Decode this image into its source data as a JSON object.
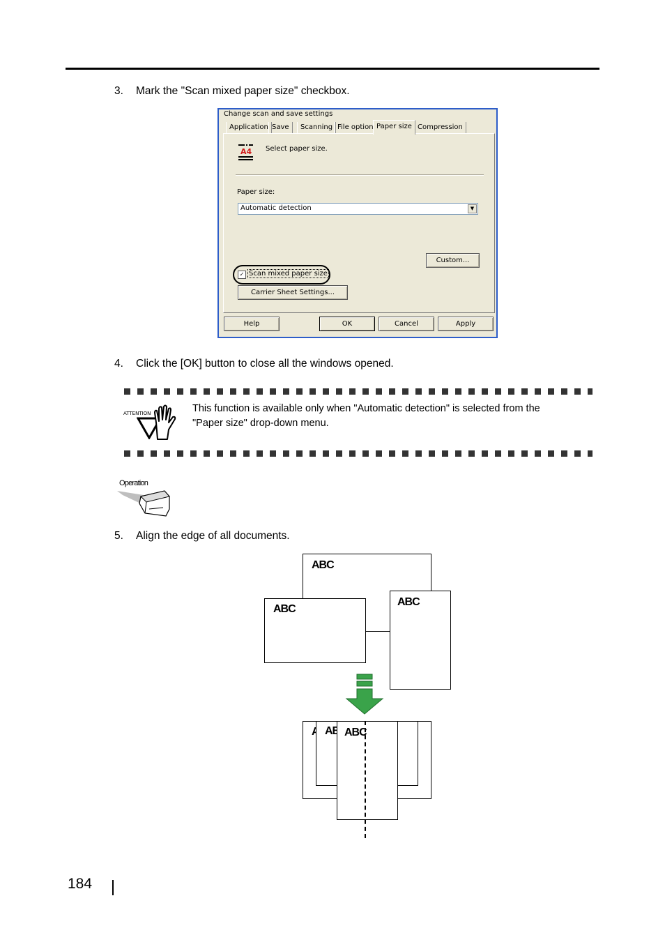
{
  "steps": {
    "step3": {
      "num": "3.",
      "text": "Mark the \"Scan mixed paper size\" checkbox."
    },
    "step4": {
      "num": "4.",
      "text": "Click the [OK] button to close all the windows opened."
    },
    "step5": {
      "num": "5.",
      "text": "Align the edge of all documents."
    }
  },
  "dialog": {
    "title": "Change scan and save settings",
    "tabs": [
      "Application",
      "Save",
      "Scanning",
      "File option",
      "Paper size",
      "Compression"
    ],
    "active_tab": "Paper size",
    "icon_name": "a4-paper-icon",
    "icon_text": "A4",
    "instruction": "Select paper size.",
    "paper_size_label": "Paper size:",
    "paper_size_value": "Automatic detection",
    "custom_button": "Custom...",
    "checkbox_label": "Scan mixed paper size",
    "checkbox_checked": true,
    "carrier_button": "Carrier Sheet Settings...",
    "buttons": {
      "help": "Help",
      "ok": "OK",
      "cancel": "Cancel",
      "apply": "Apply"
    },
    "accent_color": "#2D5DC9",
    "face_color": "#ECE9D8"
  },
  "attention": {
    "badge": "ATTENTION",
    "icon_name": "attention-hand-icon",
    "line1": "This function is available only when \"Automatic detection\" is selected from the",
    "line2": "\"Paper size\" drop-down menu."
  },
  "operation": {
    "badge": "Operation",
    "icon_name": "scanner-icon"
  },
  "illustration": {
    "doc_label": "ABC",
    "aligned_partial_1": "A",
    "aligned_partial_2": "AB",
    "arrow_color": "#3AA34A",
    "arrow_name": "down-arrow-icon"
  },
  "page_number": "184"
}
